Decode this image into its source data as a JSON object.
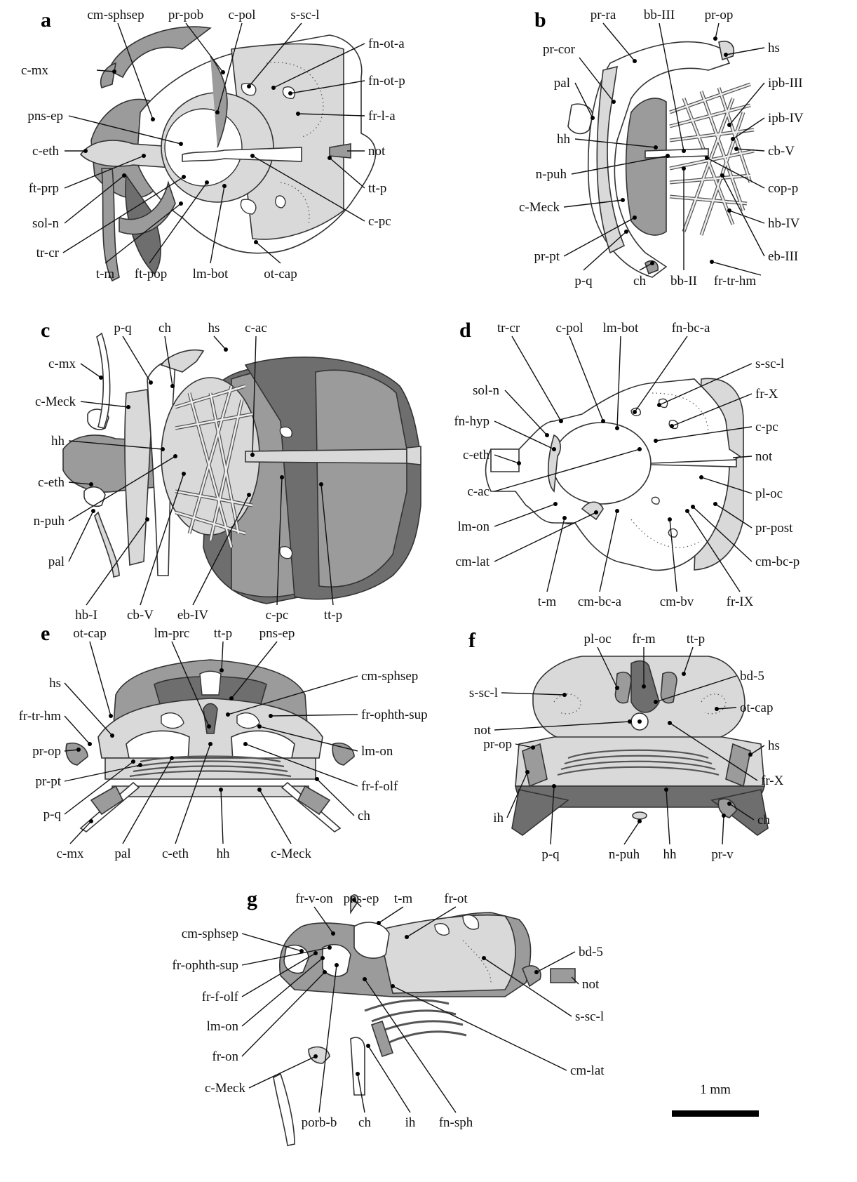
{
  "panels": {
    "a": {
      "letter": "a",
      "labels": [
        "cm-sphsep",
        "pr-pob",
        "c-pol",
        "s-sc-l",
        "fn-ot-a",
        "fn-ot-p",
        "fr-l-a",
        "not",
        "tt-p",
        "c-pc",
        "ot-cap",
        "lm-bot",
        "ft-pop",
        "t-m",
        "tr-cr",
        "sol-n",
        "ft-prp",
        "c-eth",
        "pns-ep",
        "c-mx"
      ]
    },
    "b": {
      "letter": "b",
      "labels": [
        "pr-ra",
        "bb-III",
        "pr-op",
        "hs",
        "ipb-III",
        "ipb-IV",
        "cb-V",
        "cop-p",
        "hb-IV",
        "eb-III",
        "fr-tr-hm",
        "bb-II",
        "ch",
        "p-q",
        "pr-pt",
        "c-Meck",
        "n-puh",
        "hh",
        "pal",
        "pr-cor"
      ]
    },
    "c": {
      "letter": "c",
      "labels": [
        "p-q",
        "ch",
        "hs",
        "c-ac",
        "c-mx",
        "c-Meck",
        "hh",
        "c-eth",
        "n-puh",
        "pal",
        "hb-I",
        "cb-V",
        "eb-IV",
        "c-pc",
        "tt-p"
      ]
    },
    "d": {
      "letter": "d",
      "labels": [
        "tr-cr",
        "c-pol",
        "lm-bot",
        "fn-bc-a",
        "s-sc-l",
        "fr-X",
        "c-pc",
        "not",
        "pl-oc",
        "pr-post",
        "cm-bc-p",
        "fr-IX",
        "cm-bv",
        "cm-bc-a",
        "t-m",
        "cm-lat",
        "lm-on",
        "c-ac",
        "c-eth",
        "fn-hyp",
        "sol-n"
      ]
    },
    "e": {
      "letter": "e",
      "labels": [
        "ot-cap",
        "lm-prc",
        "tt-p",
        "pns-ep",
        "cm-sphsep",
        "fr-ophth-sup",
        "lm-on",
        "fr-f-olf",
        "ch",
        "c-Meck",
        "hh",
        "c-eth",
        "pal",
        "c-mx",
        "p-q",
        "pr-pt",
        "pr-op",
        "fr-tr-hm",
        "hs"
      ]
    },
    "f": {
      "letter": "f",
      "labels": [
        "pl-oc",
        "fr-m",
        "tt-p",
        "bd-5",
        "ot-cap",
        "hs",
        "fr-X",
        "ch",
        "pr-v",
        "hh",
        "n-puh",
        "p-q",
        "ih",
        "pr-op",
        "not",
        "s-sc-l"
      ]
    },
    "g": {
      "letter": "g",
      "labels": [
        "fr-v-on",
        "pns-ep",
        "t-m",
        "fr-ot",
        "bd-5",
        "not",
        "s-sc-l",
        "cm-lat",
        "fn-sph",
        "ih",
        "ch",
        "porb-b",
        "c-Meck",
        "fr-on",
        "lm-on",
        "fr-f-olf",
        "fr-ophth-sup",
        "cm-sphsep"
      ]
    }
  },
  "scale_bar": {
    "label": "1 mm"
  },
  "colors": {
    "white": "#ffffff",
    "light": "#d9d9d9",
    "medium": "#9b9b9b",
    "dark": "#6e6e6e"
  }
}
